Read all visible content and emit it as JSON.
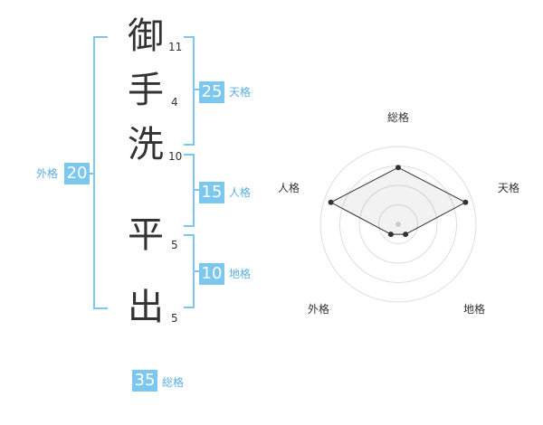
{
  "name_chars": [
    {
      "char": "御",
      "strokes": "11"
    },
    {
      "char": "手",
      "strokes": "4"
    },
    {
      "char": "洗",
      "strokes": "10"
    },
    {
      "char": "平",
      "strokes": "5"
    },
    {
      "char": "出",
      "strokes": "5"
    }
  ],
  "kakusu": {
    "tenkaku": {
      "value": "25",
      "label": "天格"
    },
    "jinkaku": {
      "value": "15",
      "label": "人格"
    },
    "chikaku": {
      "value": "10",
      "label": "地格"
    },
    "gaikaku": {
      "value": "20",
      "label": "外格"
    },
    "soukaku": {
      "value": "35",
      "label": "総格"
    }
  },
  "accent_color": "#7cc7ee",
  "chart_data": {
    "type": "radar",
    "axes": [
      "総格",
      "天格",
      "地格",
      "外格",
      "人格"
    ],
    "values": [
      0.73,
      0.91,
      0.16,
      0.16,
      0.91
    ],
    "range": [
      0,
      1
    ],
    "rings": 4
  }
}
